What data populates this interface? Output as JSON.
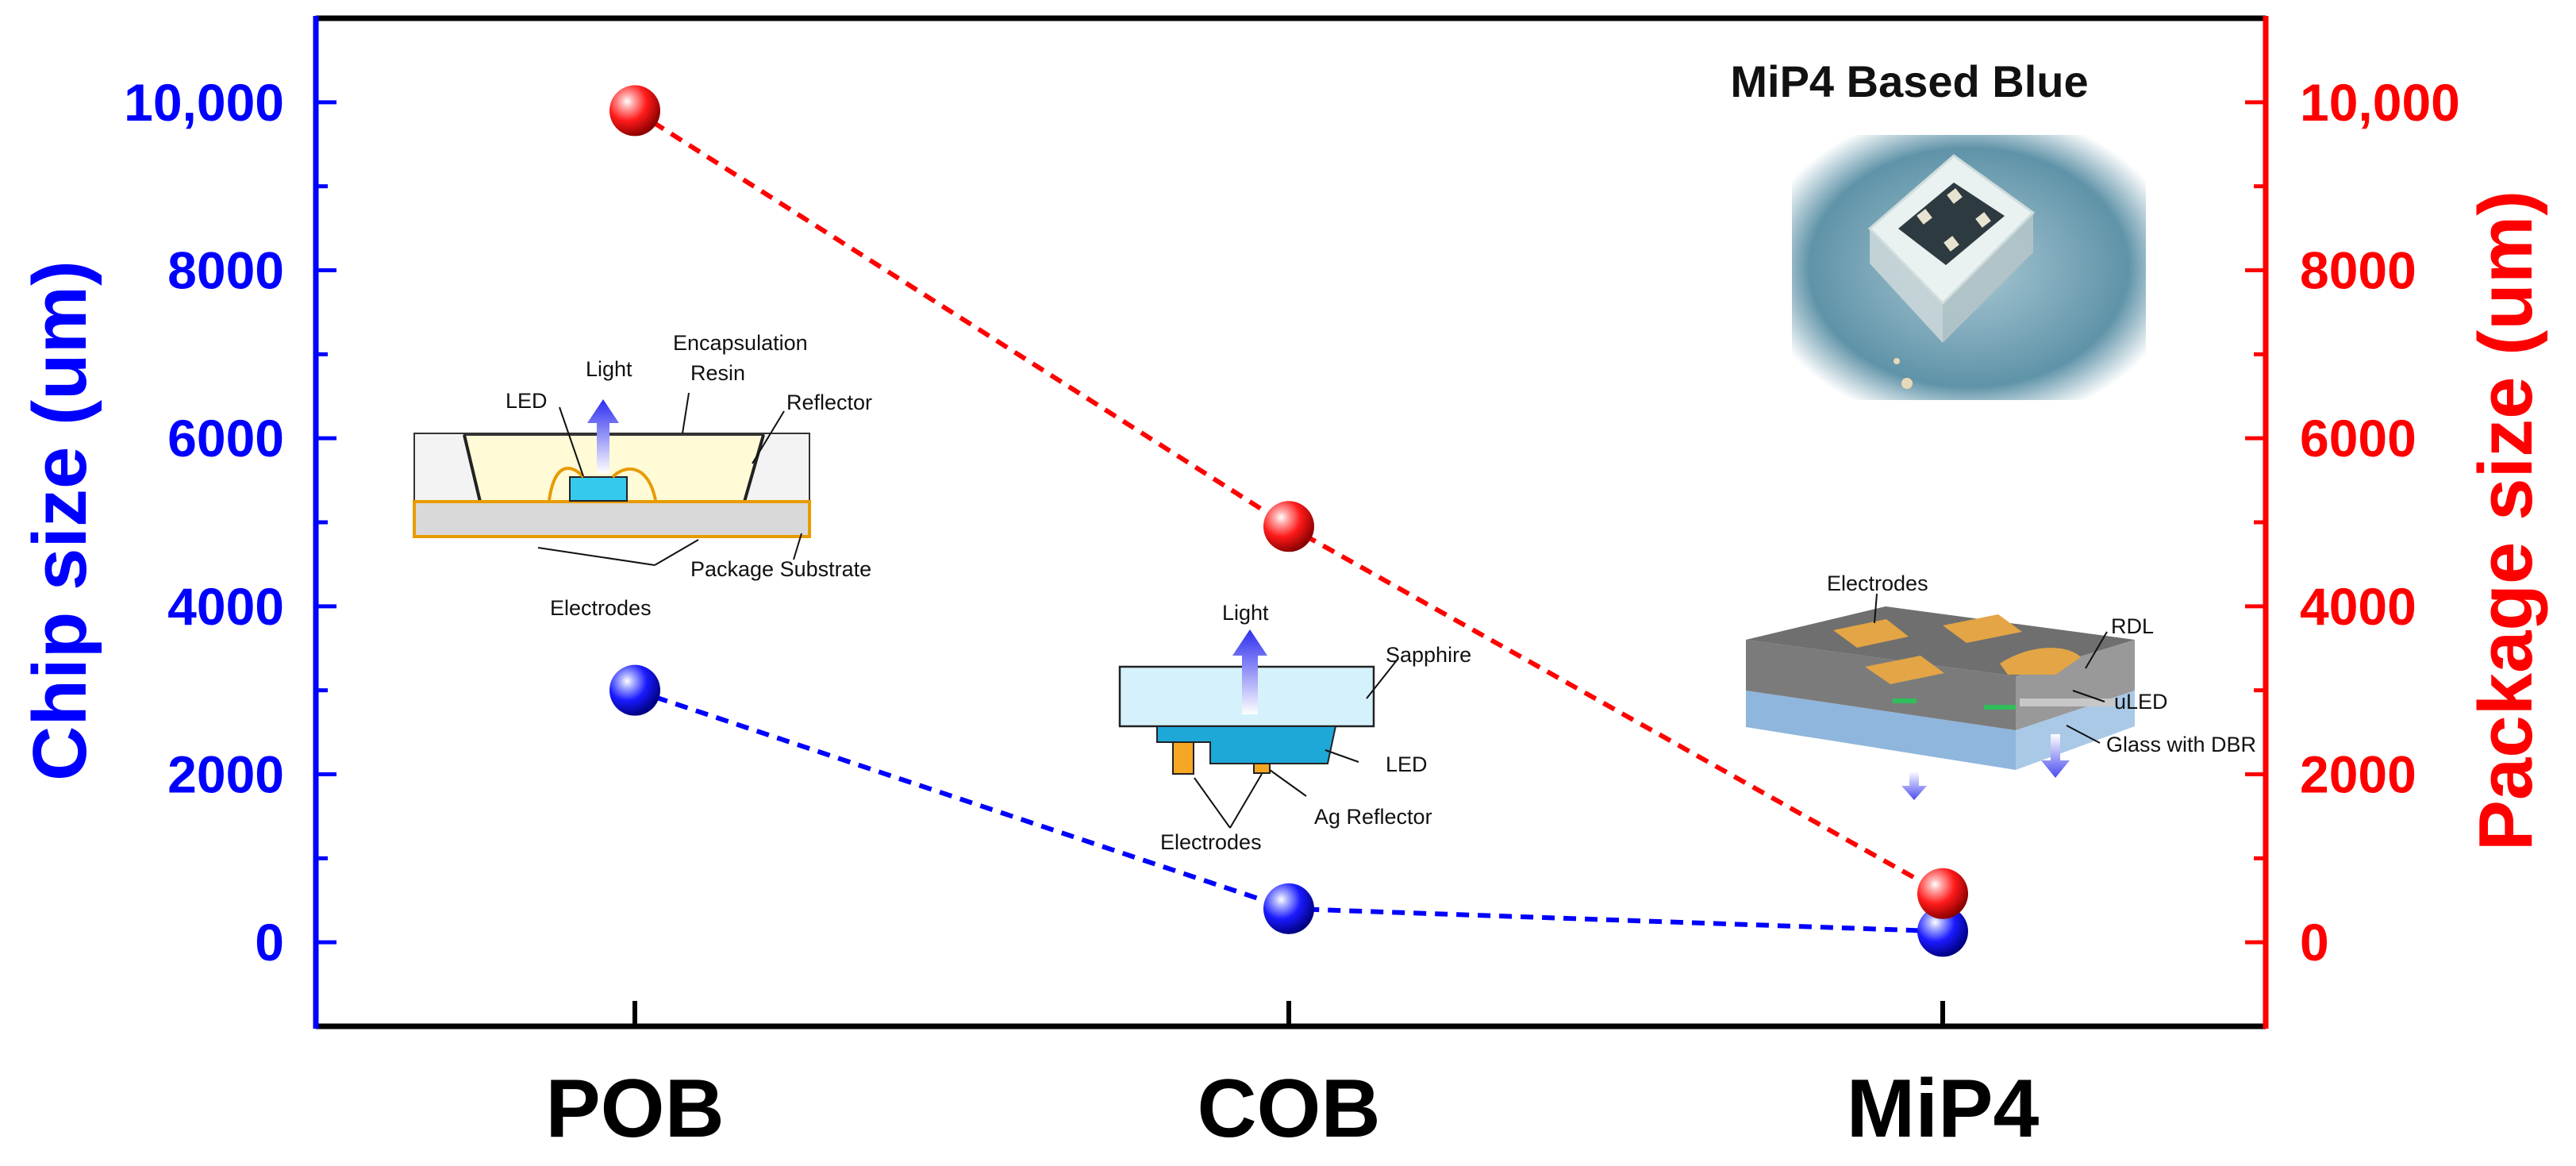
{
  "chart_data": {
    "type": "line",
    "categories": [
      "POB",
      "COB",
      "MiP4"
    ],
    "series": [
      {
        "values": [
          3000,
          400,
          130
        ],
        "color": "#0000ff",
        "axis": "left",
        "line_style": "dashed",
        "marker": "sphere"
      },
      {
        "values": [
          9900,
          4950,
          580
        ],
        "color": "#ff0000",
        "axis": "right",
        "line_style": "dashed",
        "marker": "sphere"
      }
    ],
    "ylabel": "Chip size (um)",
    "y2label": "Package size (um)",
    "ylim": [
      -1000,
      11000
    ],
    "y2lim": [
      -1000,
      11000
    ],
    "yticks": [
      0,
      2000,
      4000,
      6000,
      8000,
      10000
    ],
    "ytick_labels": [
      "0",
      "2000",
      "4000",
      "6000",
      "8000",
      "10,000"
    ],
    "y2ticks": [
      0,
      2000,
      4000,
      6000,
      8000,
      10000
    ],
    "y2tick_labels": [
      "0",
      "2000",
      "4000",
      "6000",
      "8000",
      "10,000"
    ],
    "left_axis_color": "#0000ff",
    "right_axis_color": "#ff0000",
    "grid": false,
    "insets": {
      "pob": {
        "light": "Light",
        "encapsulation_line1": "Encapsulation",
        "encapsulation_line2": "Resin",
        "led": "LED",
        "reflector": "Reflector",
        "package_substrate": "Package Substrate",
        "electrodes": "Electrodes"
      },
      "cob": {
        "light": "Light",
        "sapphire": "Sapphire",
        "led": "LED",
        "ag_reflector": "Ag Reflector",
        "electrodes": "Electrodes"
      },
      "mip4": {
        "photo_title": "MiP4 Based Blue",
        "electrodes": "Electrodes",
        "rdl": "RDL",
        "uled": "uLED",
        "glass": "Glass with DBR"
      }
    }
  }
}
